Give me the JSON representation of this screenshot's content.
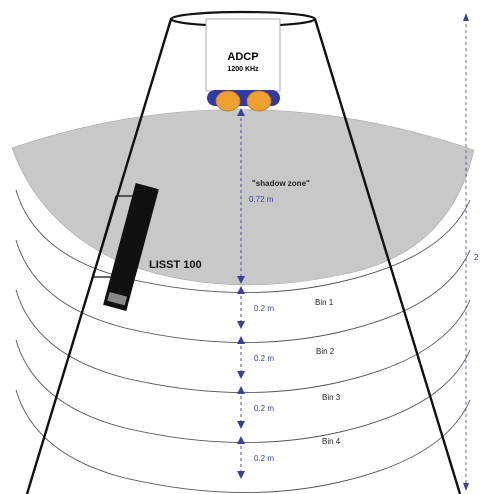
{
  "instrument": {
    "name": "ADCP",
    "frequency": "1200 KHz"
  },
  "shadow_zone": {
    "label": "\"shadow zone\"",
    "depth": "0.72 m"
  },
  "sensor": {
    "name": "LISST 100"
  },
  "bins": [
    {
      "label": "Bin 1",
      "height": "0.2 m"
    },
    {
      "label": "Bin 2",
      "height": "0.2 m"
    },
    {
      "label": "Bin 3",
      "height": "0.2 m"
    },
    {
      "label": "Bin 4",
      "height": "0.2 m"
    }
  ],
  "total_depth": "2",
  "colors": {
    "shadow": "#c8c8c8",
    "transducer_housing": "#2f3aa8",
    "transducer": "#f0a030",
    "dimension": "#3a3fa0",
    "sensor_body": "#111111",
    "sensor_window": "#8a8a8a"
  }
}
